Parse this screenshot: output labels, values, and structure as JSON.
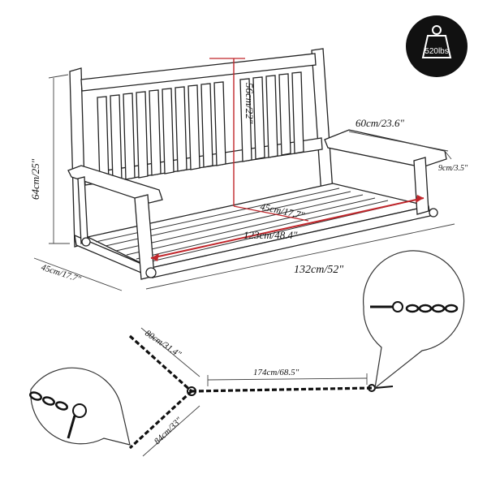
{
  "badge": {
    "weight_label": "520lbs"
  },
  "dimensions": {
    "seat_back_height": "56cm/22\"",
    "armrest_length": "60cm/23.6\"",
    "armrest_width": "9cm/3.5\"",
    "total_height": "64cm/25\"",
    "seat_depth": "45cm/17.7\"",
    "side_depth": "45cm/17.7\"",
    "seat_width": "123cm/48.4\"",
    "total_width": "132cm/52\""
  },
  "chain": {
    "upper_arm_length": "80cm/31.4\"",
    "lower_arm_length": "84cm/33\"",
    "span_length": "174cm/68.5\""
  },
  "colors": {
    "accent_red": "#c0262b",
    "badge_bg": "#111111",
    "line": "#222222"
  }
}
